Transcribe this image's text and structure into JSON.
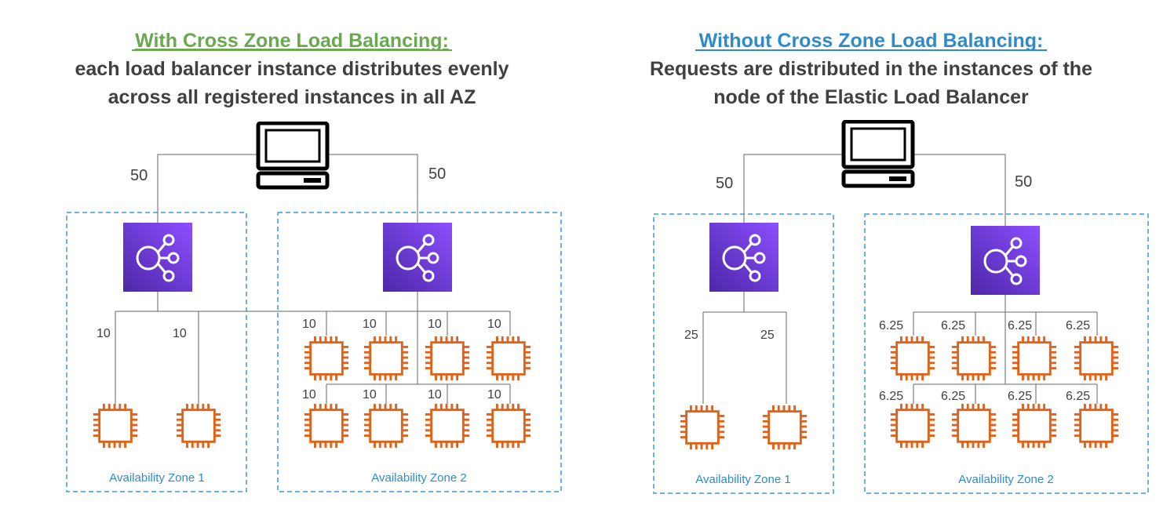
{
  "left": {
    "heading": "With Cross Zone Load Balancing:",
    "subtitle_line1": "each load balancer instance distributes evenly",
    "subtitle_line2": "across all registered instances in all AZ",
    "client_to_az1": "50",
    "client_to_az2": "50",
    "az1": {
      "label": "Availability Zone 1",
      "instance_weights": [
        "10",
        "10"
      ]
    },
    "az2": {
      "label": "Availability Zone 2",
      "top_row_weights": [
        "10",
        "10",
        "10",
        "10"
      ],
      "bottom_row_weights": [
        "10",
        "10",
        "10",
        "10"
      ]
    }
  },
  "right": {
    "heading": "Without Cross Zone Load Balancing:",
    "subtitle_line1": "Requests are distributed in the instances of the",
    "subtitle_line2": "node of the Elastic Load Balancer",
    "client_to_az1": "50",
    "client_to_az2": "50",
    "az1": {
      "label": "Availability Zone 1",
      "instance_weights": [
        "25",
        "25"
      ]
    },
    "az2": {
      "label": "Availability Zone 2",
      "top_row_weights": [
        "6.25",
        "6.25",
        "6.25",
        "6.25"
      ],
      "bottom_row_weights": [
        "6.25",
        "6.25",
        "6.25",
        "6.25"
      ]
    }
  },
  "colors": {
    "left_heading": "#6aa84f",
    "right_heading": "#2e8bc9",
    "subtitle": "#404040",
    "zone_border": "#3a9ad9",
    "zone_label": "#2e8bc9",
    "instance": "#e0631b",
    "elb_light": "#8c4fff",
    "elb_dark": "#4d27a8",
    "line": "#666666"
  },
  "icons": {
    "client": "desktop-computer-icon",
    "load_balancer": "elastic-load-balancer-icon",
    "instance": "ec2-instance-chip-icon"
  }
}
